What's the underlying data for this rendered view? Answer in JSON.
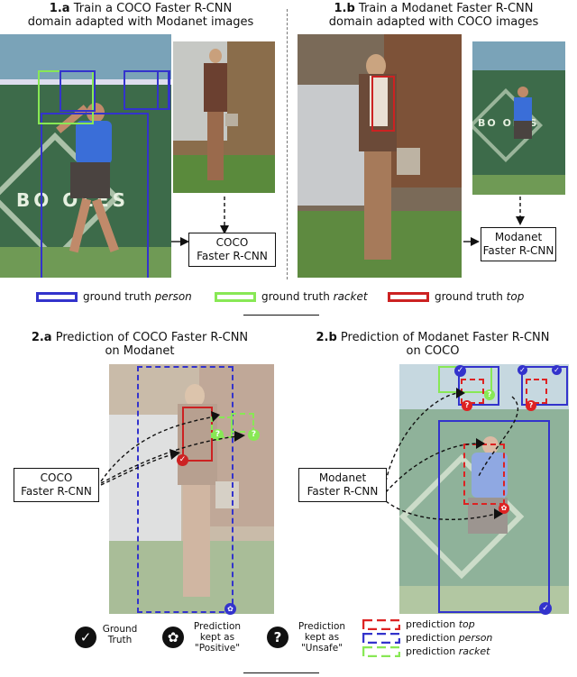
{
  "panel_1a": {
    "num": "1.a",
    "title_line1": " Train a COCO Faster R-CNN",
    "title_line2": "domain adapted with Modanet images"
  },
  "panel_1b": {
    "num": "1.b",
    "title_line1": " Train a Modanet Faster R-CNN",
    "title_line2": "domain adapted with COCO images"
  },
  "panel_2a": {
    "num": "2.a",
    "title_line1": " Prediction  of COCO Faster R-CNN",
    "title_line2": "on Modanet"
  },
  "panel_2b": {
    "num": "2.b",
    "title_line1": " Prediction of Modanet Faster R-CNN",
    "title_line2": "on COCO"
  },
  "nodes": {
    "coco_1a": [
      "COCO",
      "Faster R-CNN"
    ],
    "modanet_1b": [
      "Modanet",
      "Faster R-CNN"
    ],
    "coco_2a": [
      "COCO",
      "Faster R-CNN"
    ],
    "modanet_2b": [
      "Modanet",
      "Faster R-CNN"
    ]
  },
  "legend_top": [
    {
      "label": "ground truth ",
      "italic": "person",
      "color": "#3333cc"
    },
    {
      "label": "ground truth ",
      "italic": "racket",
      "color": "#88e855"
    },
    {
      "label": "ground truth ",
      "italic": "top",
      "color": "#cc2222"
    }
  ],
  "legend_bottom": {
    "ground_truth": [
      "Ground",
      "Truth"
    ],
    "positive": [
      "Prediction",
      "kept as",
      "\"Positive\""
    ],
    "unsafe": [
      "Prediction",
      "kept as",
      "\"Unsafe\""
    ],
    "predictions": [
      {
        "label": "prediction ",
        "italic": "top",
        "color": "#dd2222"
      },
      {
        "label": "prediction ",
        "italic": "person",
        "color": "#3333cc"
      },
      {
        "label": "prediction ",
        "italic": "racket",
        "color": "#88e855"
      }
    ]
  },
  "photo_text": {
    "bowls_1": "BO  OLES",
    "bowls_2": "BO  OLES"
  },
  "colors": {
    "person": "#3333cc",
    "racket": "#88e855",
    "top": "#cc2222",
    "court": "#3d6b4a",
    "grass": "#5a8a3c"
  }
}
